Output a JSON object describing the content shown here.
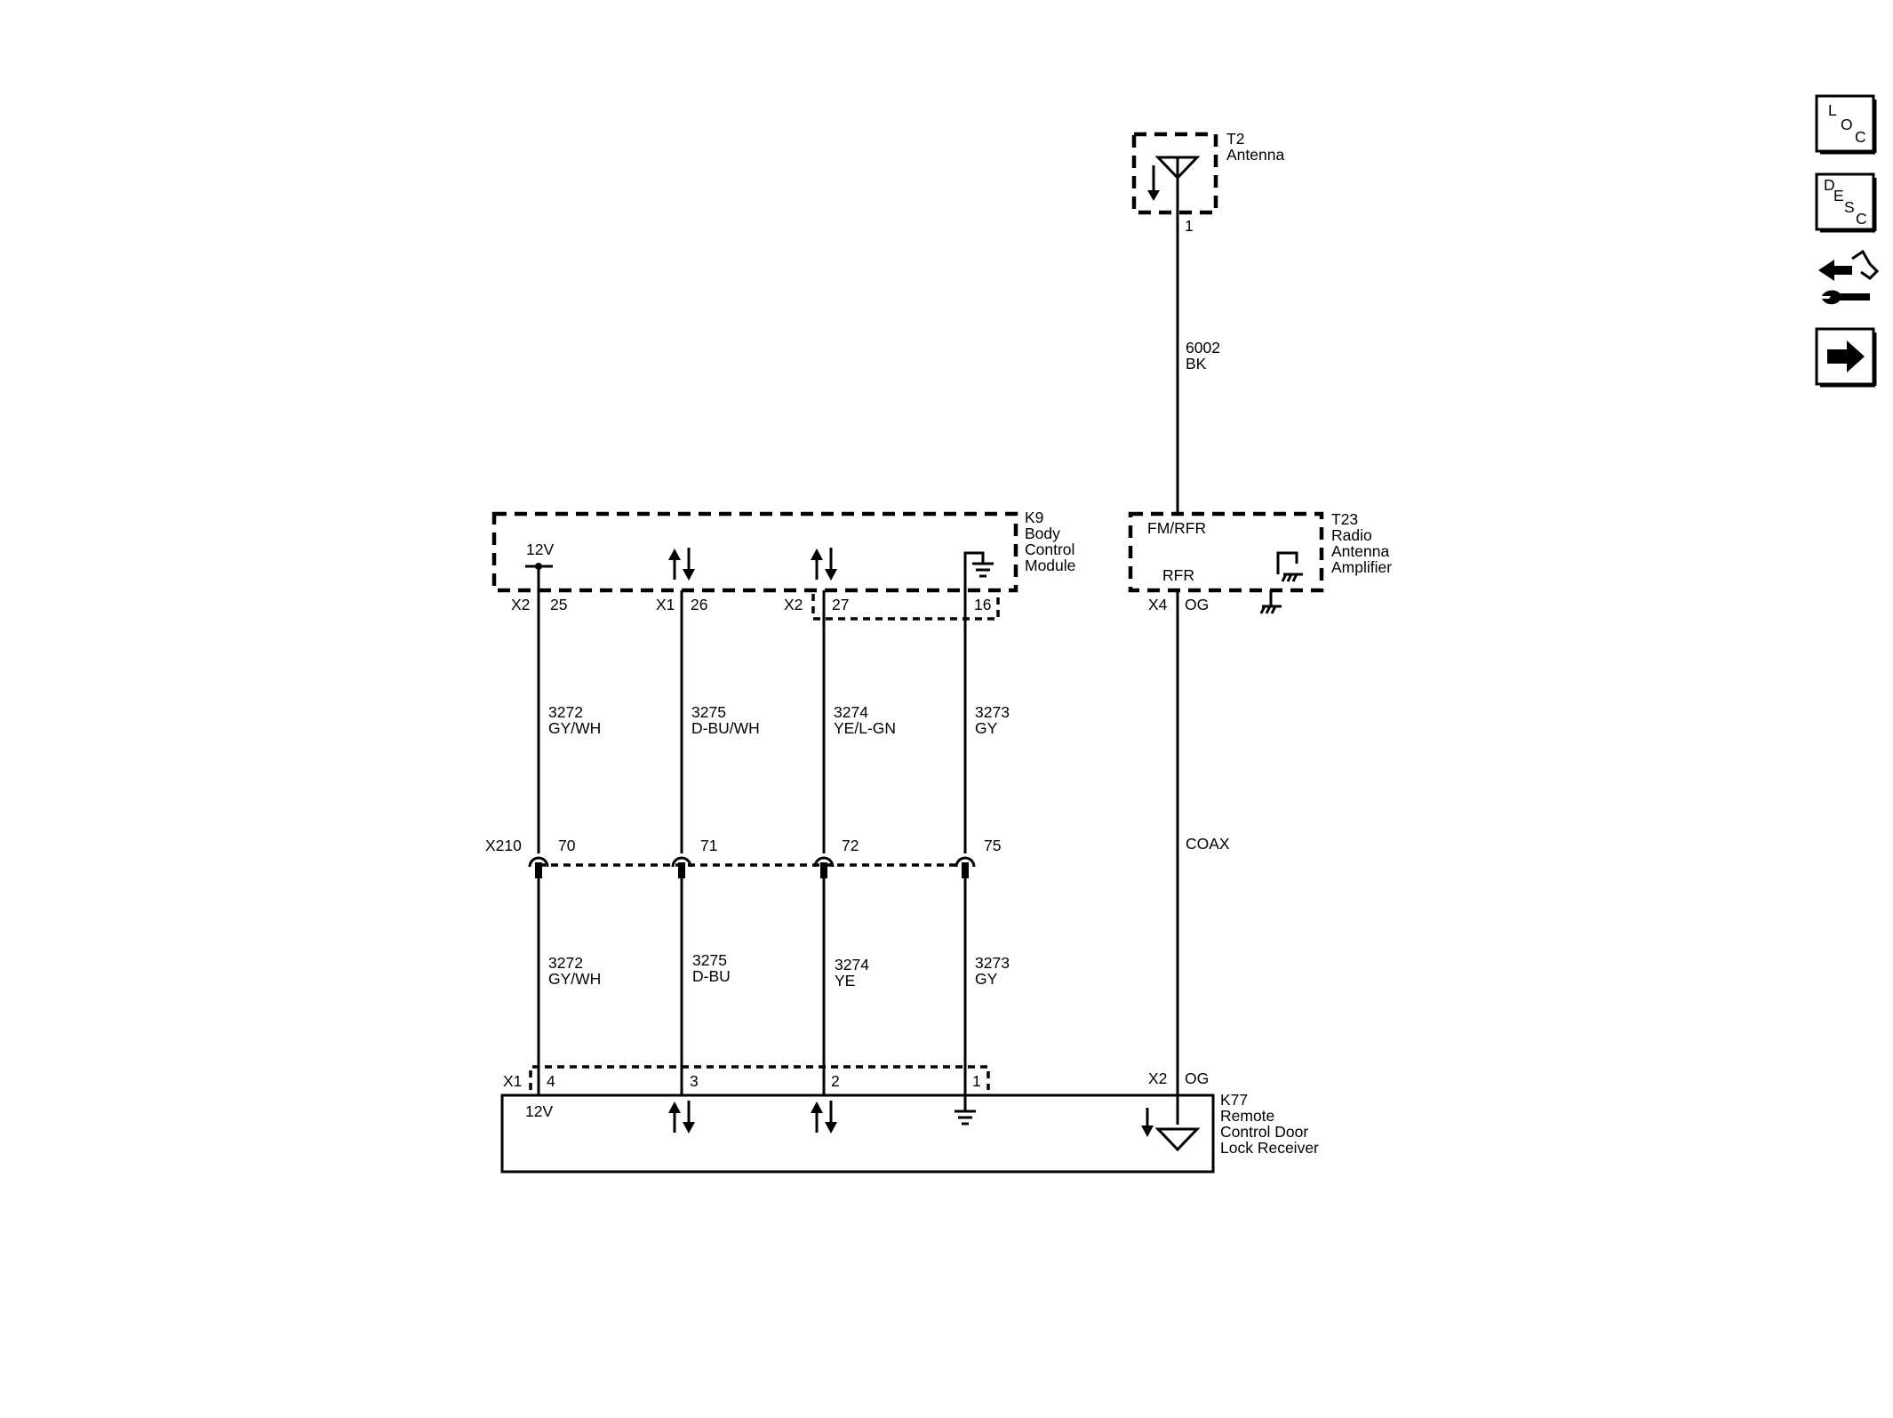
{
  "components": {
    "t2": {
      "ref": "T2",
      "name": "Antenna",
      "pin": "1"
    },
    "t23": {
      "ref": "T23",
      "name_lines": [
        "Radio",
        "Antenna",
        "Amplifier"
      ],
      "signal_top": "FM/RFR",
      "signal_bottom": "RFR",
      "connector": "X4",
      "color": "OG"
    },
    "k9": {
      "ref": "K9",
      "name_lines": [
        "Body",
        "Control",
        "Module"
      ],
      "supply": "12V"
    },
    "k77": {
      "ref": "K77",
      "name_lines": [
        "Remote",
        "Control Door",
        "Lock Receiver"
      ],
      "supply": "12V",
      "connector_coax": "X2",
      "color_coax": "OG",
      "connector_main": "X1"
    }
  },
  "antenna_wire": {
    "circuit": "6002",
    "color": "BK"
  },
  "coax_wire": {
    "label": "COAX"
  },
  "k9_pins": [
    {
      "connector": "X2",
      "pin": "25"
    },
    {
      "connector": "X1",
      "pin": "26"
    },
    {
      "connector": "X2",
      "pin": "27"
    },
    {
      "connector": "",
      "pin": "16"
    }
  ],
  "upper_wires": [
    {
      "circuit": "3272",
      "color": "GY/WH"
    },
    {
      "circuit": "3275",
      "color": "D-BU/WH"
    },
    {
      "circuit": "3274",
      "color": "YE/L-GN"
    },
    {
      "circuit": "3273",
      "color": "GY"
    }
  ],
  "inline_connector": {
    "ref": "X210",
    "pins": [
      "70",
      "71",
      "72",
      "75"
    ]
  },
  "lower_wires": [
    {
      "circuit": "3272",
      "color": "GY/WH"
    },
    {
      "circuit": "3275",
      "color": "D-BU"
    },
    {
      "circuit": "3274",
      "color": "YE"
    },
    {
      "circuit": "3273",
      "color": "GY"
    }
  ],
  "k77_pins": [
    "4",
    "3",
    "2",
    "1"
  ],
  "sidebar": [
    {
      "icon": "loc-icon",
      "letters": [
        "L",
        "O",
        "C"
      ]
    },
    {
      "icon": "desc-icon",
      "letters": [
        "D",
        "E",
        "S",
        "C"
      ]
    },
    {
      "icon": "connector-repair-icon"
    },
    {
      "icon": "next-arrow-icon"
    }
  ]
}
